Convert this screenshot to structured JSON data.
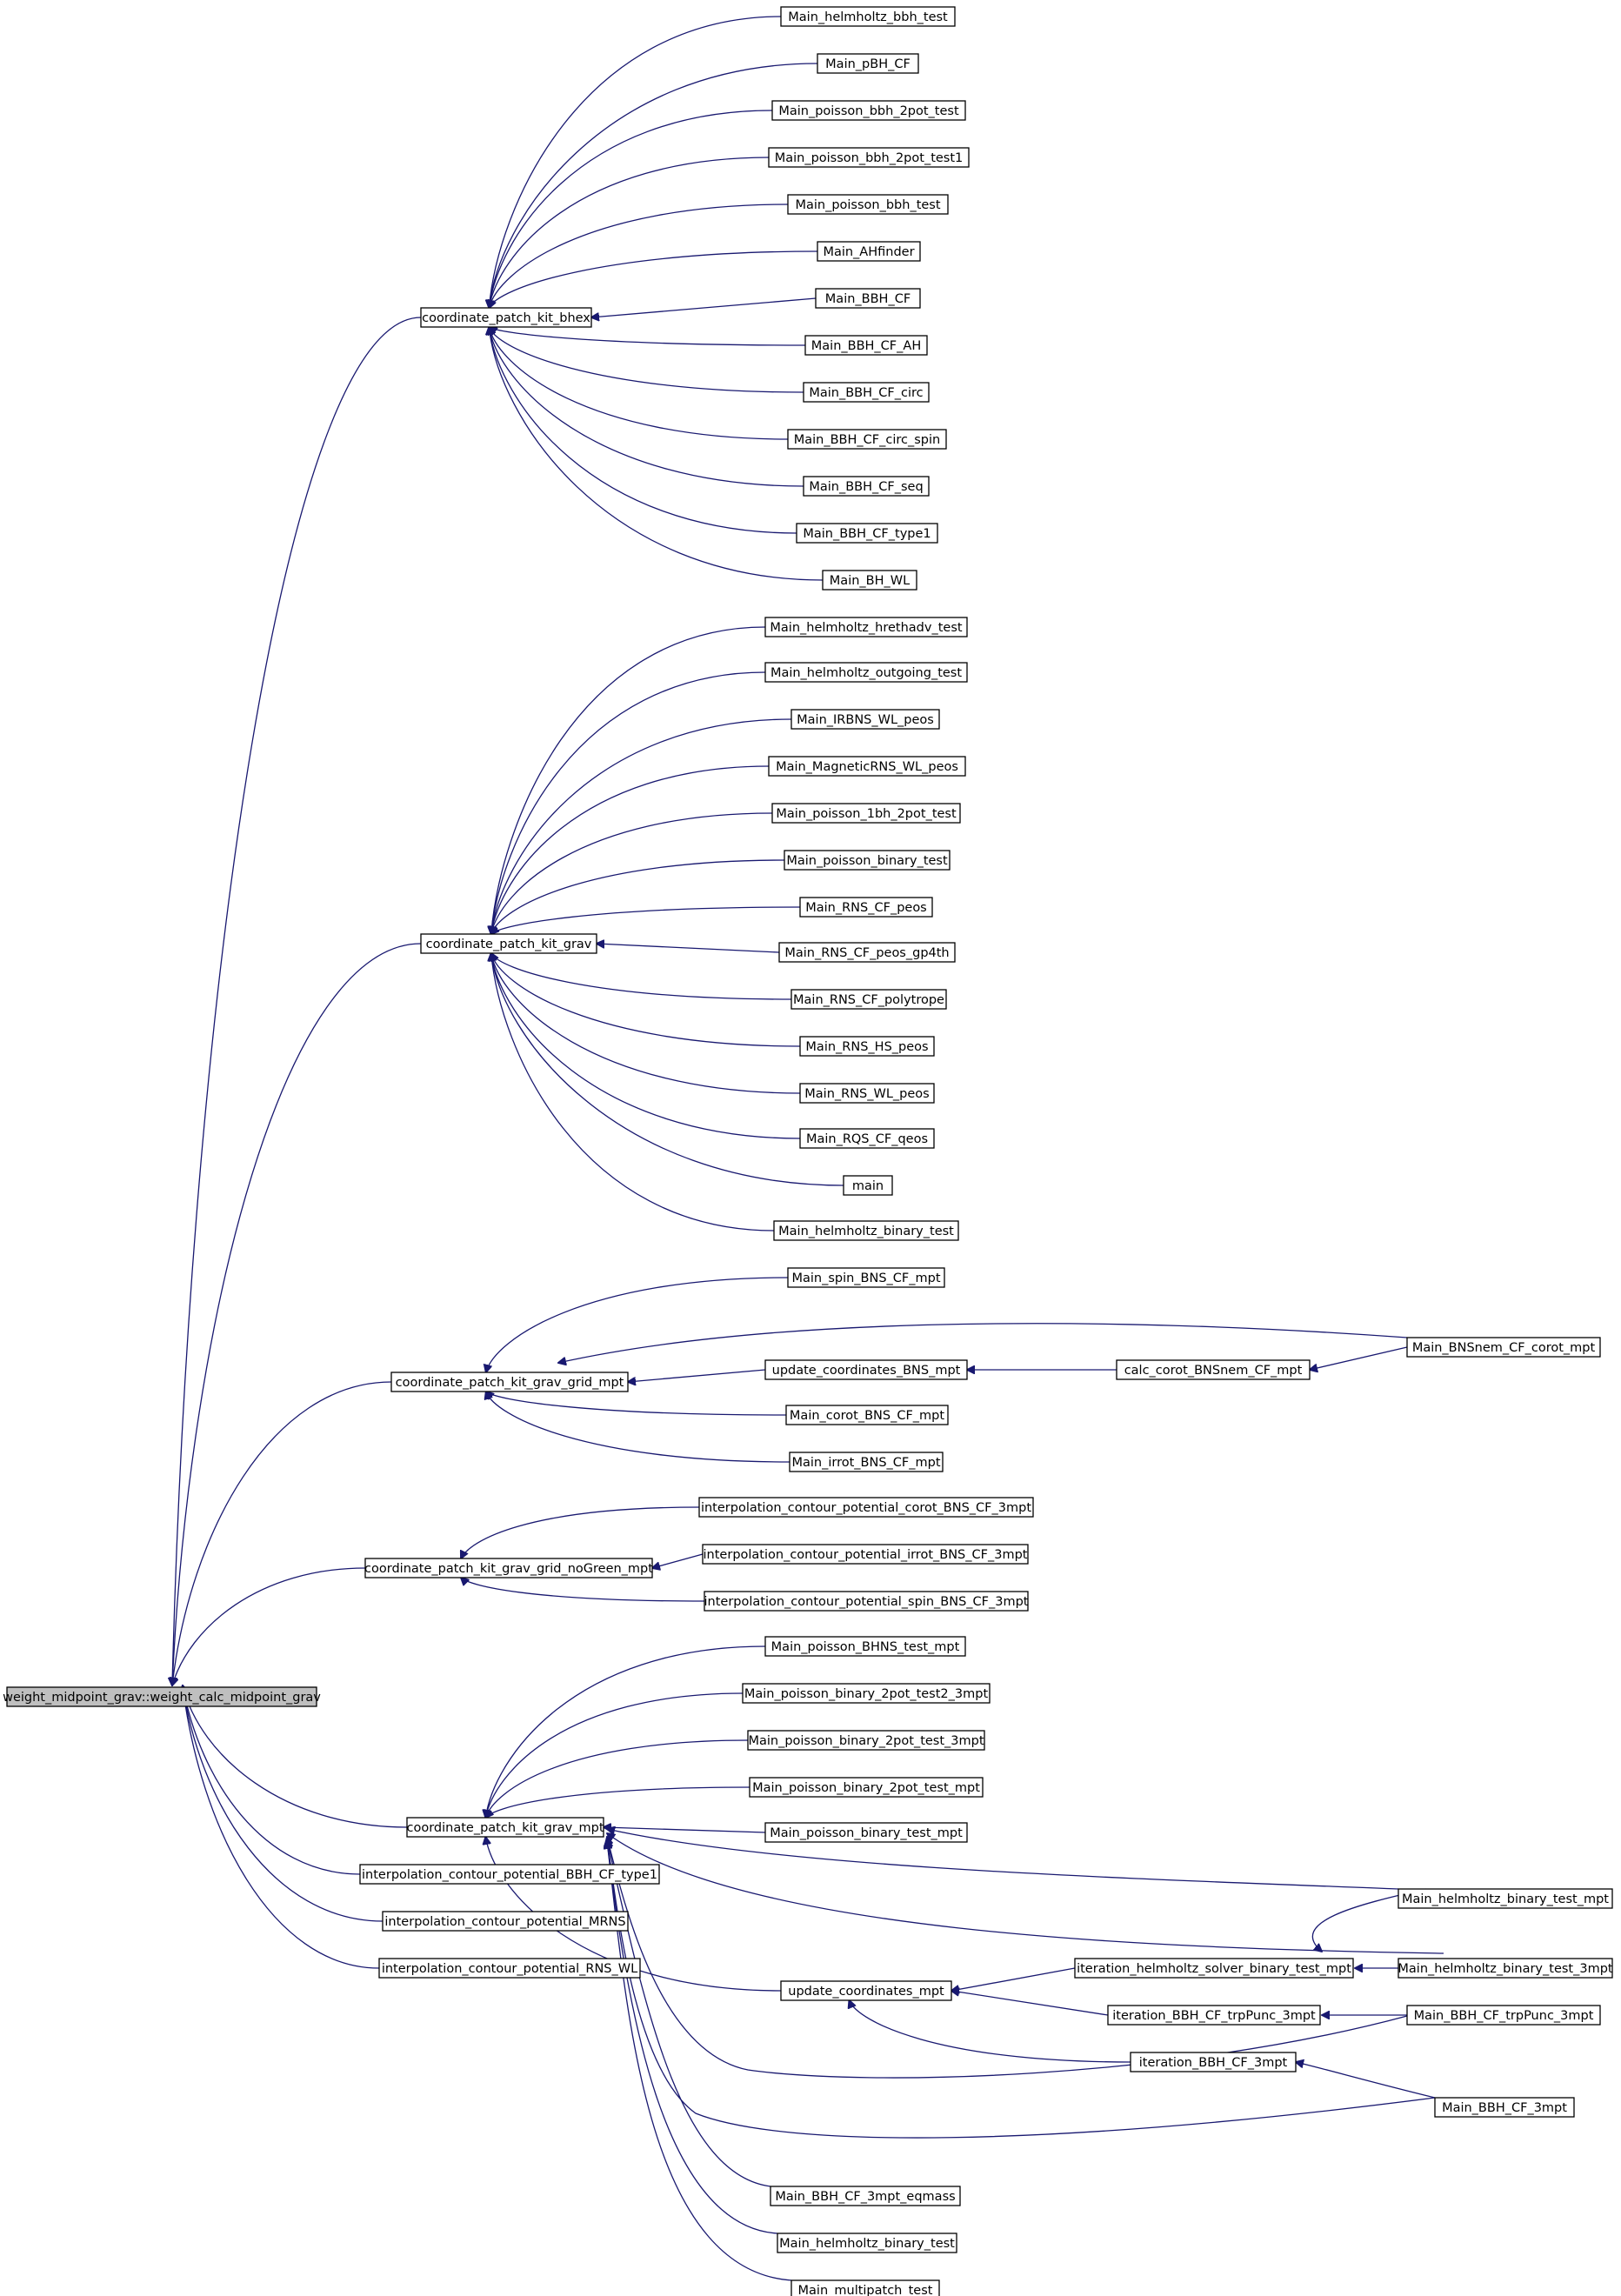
{
  "graph": {
    "kind": "doxygen caller graph",
    "colors": {
      "edge": "#191970",
      "root_fill": "#bfbfbf",
      "node_fill": "#ffffff",
      "border": "#000000"
    },
    "root": "weight_midpoint_grav::weight_calc_midpoint_grav",
    "nodes": [
      {
        "id": "root",
        "label": "weight_midpoint_grav::weight_calc_midpoint_grav",
        "root": true
      },
      {
        "id": "bhex",
        "label": "coordinate_patch_kit_bhex"
      },
      {
        "id": "grav",
        "label": "coordinate_patch_kit_grav"
      },
      {
        "id": "gridmpt",
        "label": "coordinate_patch_kit_grav_grid_mpt"
      },
      {
        "id": "nogreen",
        "label": "coordinate_patch_kit_grav_grid_noGreen_mpt"
      },
      {
        "id": "gravmpt",
        "label": "coordinate_patch_kit_grav_mpt"
      },
      {
        "id": "icp_bbh",
        "label": "interpolation_contour_potential_BBH_CF_type1"
      },
      {
        "id": "icp_mrns",
        "label": "interpolation_contour_potential_MRNS"
      },
      {
        "id": "icp_rnswl",
        "label": "interpolation_contour_potential_RNS_WL"
      },
      {
        "id": "b1",
        "label": "Main_helmholtz_bbh_test"
      },
      {
        "id": "b2",
        "label": "Main_pBH_CF"
      },
      {
        "id": "b3",
        "label": "Main_poisson_bbh_2pot_test"
      },
      {
        "id": "b4",
        "label": "Main_poisson_bbh_2pot_test1"
      },
      {
        "id": "b5",
        "label": "Main_poisson_bbh_test"
      },
      {
        "id": "b6",
        "label": "Main_AHfinder"
      },
      {
        "id": "b7",
        "label": "Main_BBH_CF"
      },
      {
        "id": "b8",
        "label": "Main_BBH_CF_AH"
      },
      {
        "id": "b9",
        "label": "Main_BBH_CF_circ"
      },
      {
        "id": "b10",
        "label": "Main_BBH_CF_circ_spin"
      },
      {
        "id": "b11",
        "label": "Main_BBH_CF_seq"
      },
      {
        "id": "b12",
        "label": "Main_BBH_CF_type1"
      },
      {
        "id": "b13",
        "label": "Main_BH_WL"
      },
      {
        "id": "g1",
        "label": "Main_helmholtz_hrethadv_test"
      },
      {
        "id": "g2",
        "label": "Main_helmholtz_outgoing_test"
      },
      {
        "id": "g3",
        "label": "Main_IRBNS_WL_peos"
      },
      {
        "id": "g4",
        "label": "Main_MagneticRNS_WL_peos"
      },
      {
        "id": "g5",
        "label": "Main_poisson_1bh_2pot_test"
      },
      {
        "id": "g6",
        "label": "Main_poisson_binary_test"
      },
      {
        "id": "g7",
        "label": "Main_RNS_CF_peos"
      },
      {
        "id": "g8",
        "label": "Main_RNS_CF_peos_gp4th"
      },
      {
        "id": "g9",
        "label": "Main_RNS_CF_polytrope"
      },
      {
        "id": "g10",
        "label": "Main_RNS_HS_peos"
      },
      {
        "id": "g11",
        "label": "Main_RNS_WL_peos"
      },
      {
        "id": "g12",
        "label": "Main_RQS_CF_qeos"
      },
      {
        "id": "g13",
        "label": "main"
      },
      {
        "id": "g14",
        "label": "Main_helmholtz_binary_test"
      },
      {
        "id": "m1",
        "label": "Main_spin_BNS_CF_mpt"
      },
      {
        "id": "m2",
        "label": "update_coordinates_BNS_mpt"
      },
      {
        "id": "m3",
        "label": "Main_corot_BNS_CF_mpt"
      },
      {
        "id": "m4",
        "label": "Main_irrot_BNS_CF_mpt"
      },
      {
        "id": "m5",
        "label": "calc_corot_BNSnem_CF_mpt"
      },
      {
        "id": "m6",
        "label": "Main_BNSnem_CF_corot_mpt"
      },
      {
        "id": "n1",
        "label": "interpolation_contour_potential_corot_BNS_CF_3mpt"
      },
      {
        "id": "n2",
        "label": "interpolation_contour_potential_irrot_BNS_CF_3mpt"
      },
      {
        "id": "n3",
        "label": "interpolation_contour_potential_spin_BNS_CF_3mpt"
      },
      {
        "id": "p1",
        "label": "Main_poisson_BHNS_test_mpt"
      },
      {
        "id": "p2",
        "label": "Main_poisson_binary_2pot_test2_3mpt"
      },
      {
        "id": "p3",
        "label": "Main_poisson_binary_2pot_test_3mpt"
      },
      {
        "id": "p4",
        "label": "Main_poisson_binary_2pot_test_mpt"
      },
      {
        "id": "p5",
        "label": "Main_poisson_binary_test_mpt"
      },
      {
        "id": "p6",
        "label": "update_coordinates_mpt"
      },
      {
        "id": "p7",
        "label": "Main_BBH_CF_3mpt_eqmass"
      },
      {
        "id": "p8",
        "label": "Main_helmholtz_binary_test"
      },
      {
        "id": "p9",
        "label": "Main_multipatch_test"
      },
      {
        "id": "q1",
        "label": "iteration_helmholtz_solver_binary_test_mpt"
      },
      {
        "id": "q2",
        "label": "iteration_BBH_CF_trpPunc_3mpt"
      },
      {
        "id": "q3",
        "label": "iteration_BBH_CF_3mpt"
      },
      {
        "id": "r1",
        "label": "Main_helmholtz_binary_test_mpt"
      },
      {
        "id": "r2",
        "label": "Main_helmholtz_binary_test_3mpt"
      },
      {
        "id": "r3",
        "label": "Main_BBH_CF_trpPunc_3mpt"
      },
      {
        "id": "r4",
        "label": "Main_BBH_CF_3mpt"
      }
    ],
    "edges": [
      {
        "from": "bhex",
        "to": "root"
      },
      {
        "from": "grav",
        "to": "root"
      },
      {
        "from": "gridmpt",
        "to": "root"
      },
      {
        "from": "nogreen",
        "to": "root"
      },
      {
        "from": "gravmpt",
        "to": "root"
      },
      {
        "from": "icp_bbh",
        "to": "root"
      },
      {
        "from": "icp_mrns",
        "to": "root"
      },
      {
        "from": "icp_rnswl",
        "to": "root"
      },
      {
        "from": "b1",
        "to": "bhex"
      },
      {
        "from": "b2",
        "to": "bhex"
      },
      {
        "from": "b3",
        "to": "bhex"
      },
      {
        "from": "b4",
        "to": "bhex"
      },
      {
        "from": "b5",
        "to": "bhex"
      },
      {
        "from": "b6",
        "to": "bhex"
      },
      {
        "from": "b7",
        "to": "bhex"
      },
      {
        "from": "b8",
        "to": "bhex"
      },
      {
        "from": "b9",
        "to": "bhex"
      },
      {
        "from": "b10",
        "to": "bhex"
      },
      {
        "from": "b11",
        "to": "bhex"
      },
      {
        "from": "b12",
        "to": "bhex"
      },
      {
        "from": "b13",
        "to": "bhex"
      },
      {
        "from": "g1",
        "to": "grav"
      },
      {
        "from": "g2",
        "to": "grav"
      },
      {
        "from": "g3",
        "to": "grav"
      },
      {
        "from": "g4",
        "to": "grav"
      },
      {
        "from": "g5",
        "to": "grav"
      },
      {
        "from": "g6",
        "to": "grav"
      },
      {
        "from": "g7",
        "to": "grav"
      },
      {
        "from": "g8",
        "to": "grav"
      },
      {
        "from": "g9",
        "to": "grav"
      },
      {
        "from": "g10",
        "to": "grav"
      },
      {
        "from": "g11",
        "to": "grav"
      },
      {
        "from": "g12",
        "to": "grav"
      },
      {
        "from": "g13",
        "to": "grav"
      },
      {
        "from": "g14",
        "to": "grav"
      },
      {
        "from": "m1",
        "to": "gridmpt"
      },
      {
        "from": "m6",
        "to": "gridmpt"
      },
      {
        "from": "m2",
        "to": "gridmpt"
      },
      {
        "from": "m3",
        "to": "gridmpt"
      },
      {
        "from": "m4",
        "to": "gridmpt"
      },
      {
        "from": "m5",
        "to": "m2"
      },
      {
        "from": "m6",
        "to": "m5"
      },
      {
        "from": "n1",
        "to": "nogreen"
      },
      {
        "from": "n2",
        "to": "nogreen"
      },
      {
        "from": "n3",
        "to": "nogreen"
      },
      {
        "from": "p1",
        "to": "gravmpt"
      },
      {
        "from": "p2",
        "to": "gravmpt"
      },
      {
        "from": "p3",
        "to": "gravmpt"
      },
      {
        "from": "p4",
        "to": "gravmpt"
      },
      {
        "from": "p5",
        "to": "gravmpt"
      },
      {
        "from": "r1",
        "to": "gravmpt"
      },
      {
        "from": "r2",
        "to": "gravmpt"
      },
      {
        "from": "p6",
        "to": "gravmpt"
      },
      {
        "from": "r3",
        "to": "gravmpt"
      },
      {
        "from": "r4",
        "to": "gravmpt"
      },
      {
        "from": "p7",
        "to": "gravmpt"
      },
      {
        "from": "p8",
        "to": "gravmpt"
      },
      {
        "from": "p9",
        "to": "gravmpt"
      },
      {
        "from": "q1",
        "to": "p6"
      },
      {
        "from": "q2",
        "to": "p6"
      },
      {
        "from": "q3",
        "to": "p6"
      },
      {
        "from": "r1",
        "to": "q1"
      },
      {
        "from": "r2",
        "to": "q1"
      },
      {
        "from": "r3",
        "to": "q2"
      },
      {
        "from": "r4",
        "to": "q3"
      }
    ]
  }
}
